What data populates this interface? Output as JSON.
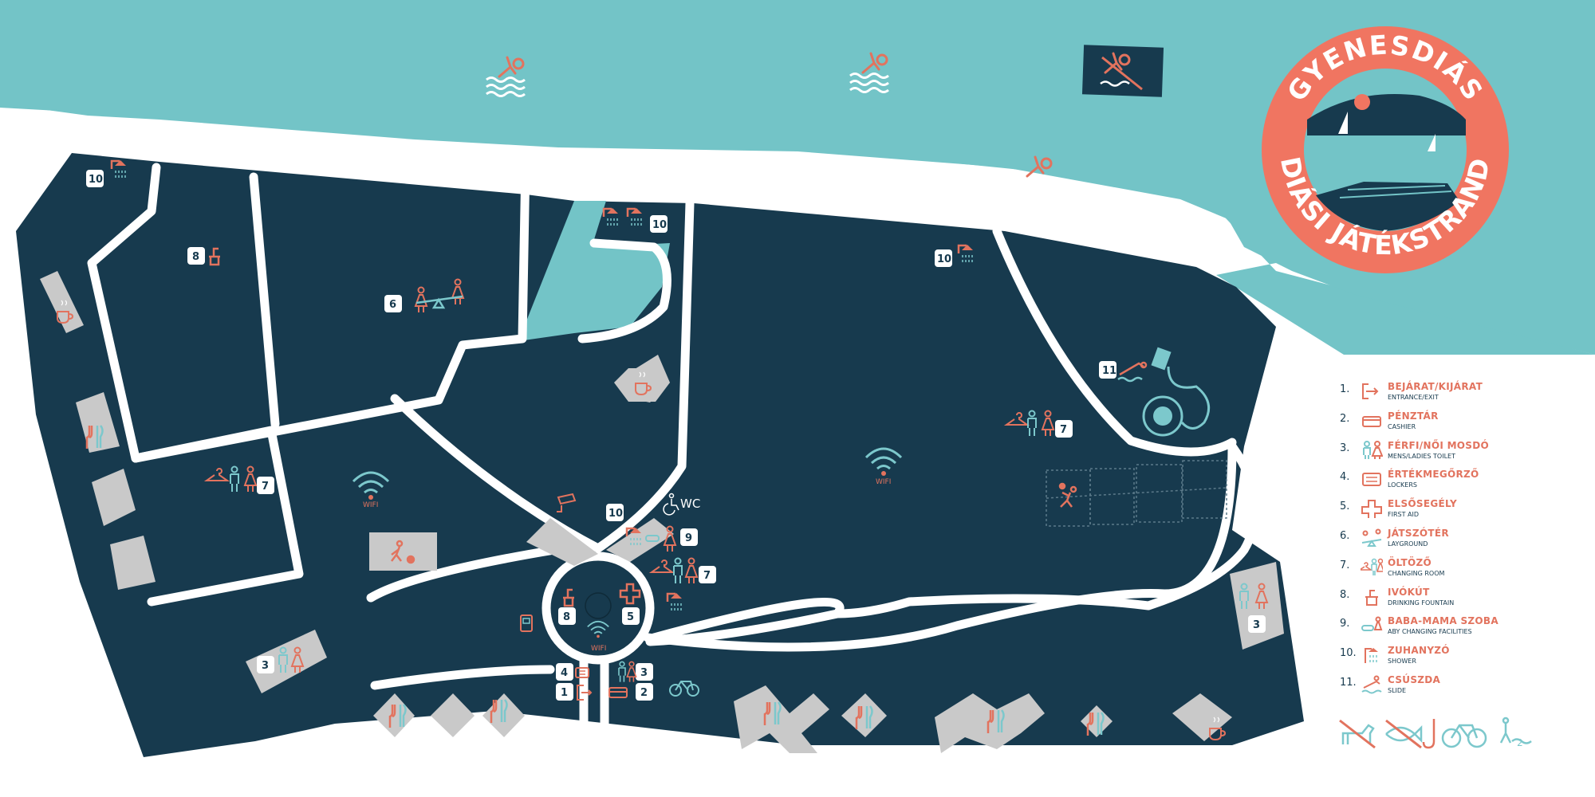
{
  "colors": {
    "water": "#73c4c7",
    "land": "#173a4e",
    "path": "#ffffff",
    "accent": "#e2735e",
    "teal": "#7cc8cc",
    "building": "#c9c9c9"
  },
  "logo": {
    "top_text": "GYENESDIÁS",
    "bottom_text": "DIÁSI JÁTÉKSTRAND"
  },
  "map_labels": {
    "wifi": "WIFI",
    "wc": "WC",
    "n1": "1",
    "n2": "2",
    "n3": "3",
    "n4": "4",
    "n5": "5",
    "n6": "6",
    "n7": "7",
    "n8": "8",
    "n9": "9",
    "n10": "10",
    "n11": "11"
  },
  "legend": [
    {
      "num": "1.",
      "hu": "BEJÁRAT/KIJÁRAT",
      "en": "ENTRANCE/EXIT",
      "icon": "entrance-icon"
    },
    {
      "num": "2.",
      "hu": "PÉNZTÁR",
      "en": "CASHIER",
      "icon": "cashier-icon"
    },
    {
      "num": "3.",
      "hu": "FÉRFI/NŐI MOSDÓ",
      "en": "MENS/LADIES TOILET",
      "icon": "toilet-icon"
    },
    {
      "num": "4.",
      "hu": "ÉRTÉKMEGŐRZŐ",
      "en": "LOCKERS",
      "icon": "locker-icon"
    },
    {
      "num": "5.",
      "hu": "ELSŐSEGÉLY",
      "en": "FIRST AID",
      "icon": "first-aid-icon"
    },
    {
      "num": "6.",
      "hu": "JÁTSZÓTÉR",
      "en": "LAYGROUND",
      "icon": "playground-icon"
    },
    {
      "num": "7.",
      "hu": "ÖLTÖZŐ",
      "en": "CHANGING ROOM",
      "icon": "changing-room-icon"
    },
    {
      "num": "8.",
      "hu": "IVÓKÚT",
      "en": "DRINKING FOUNTAIN",
      "icon": "fountain-icon"
    },
    {
      "num": "9.",
      "hu": "BABA-MAMA SZOBA",
      "en": "ABY CHANGING FACILITIES",
      "icon": "baby-changing-icon"
    },
    {
      "num": "10.",
      "hu": "ZUHANYZÓ",
      "en": "SHOWER",
      "icon": "shower-icon"
    },
    {
      "num": "11.",
      "hu": "CSÚSZDA",
      "en": "SLIDE",
      "icon": "slide-icon"
    }
  ],
  "rules": {
    "bike_count": "2"
  }
}
